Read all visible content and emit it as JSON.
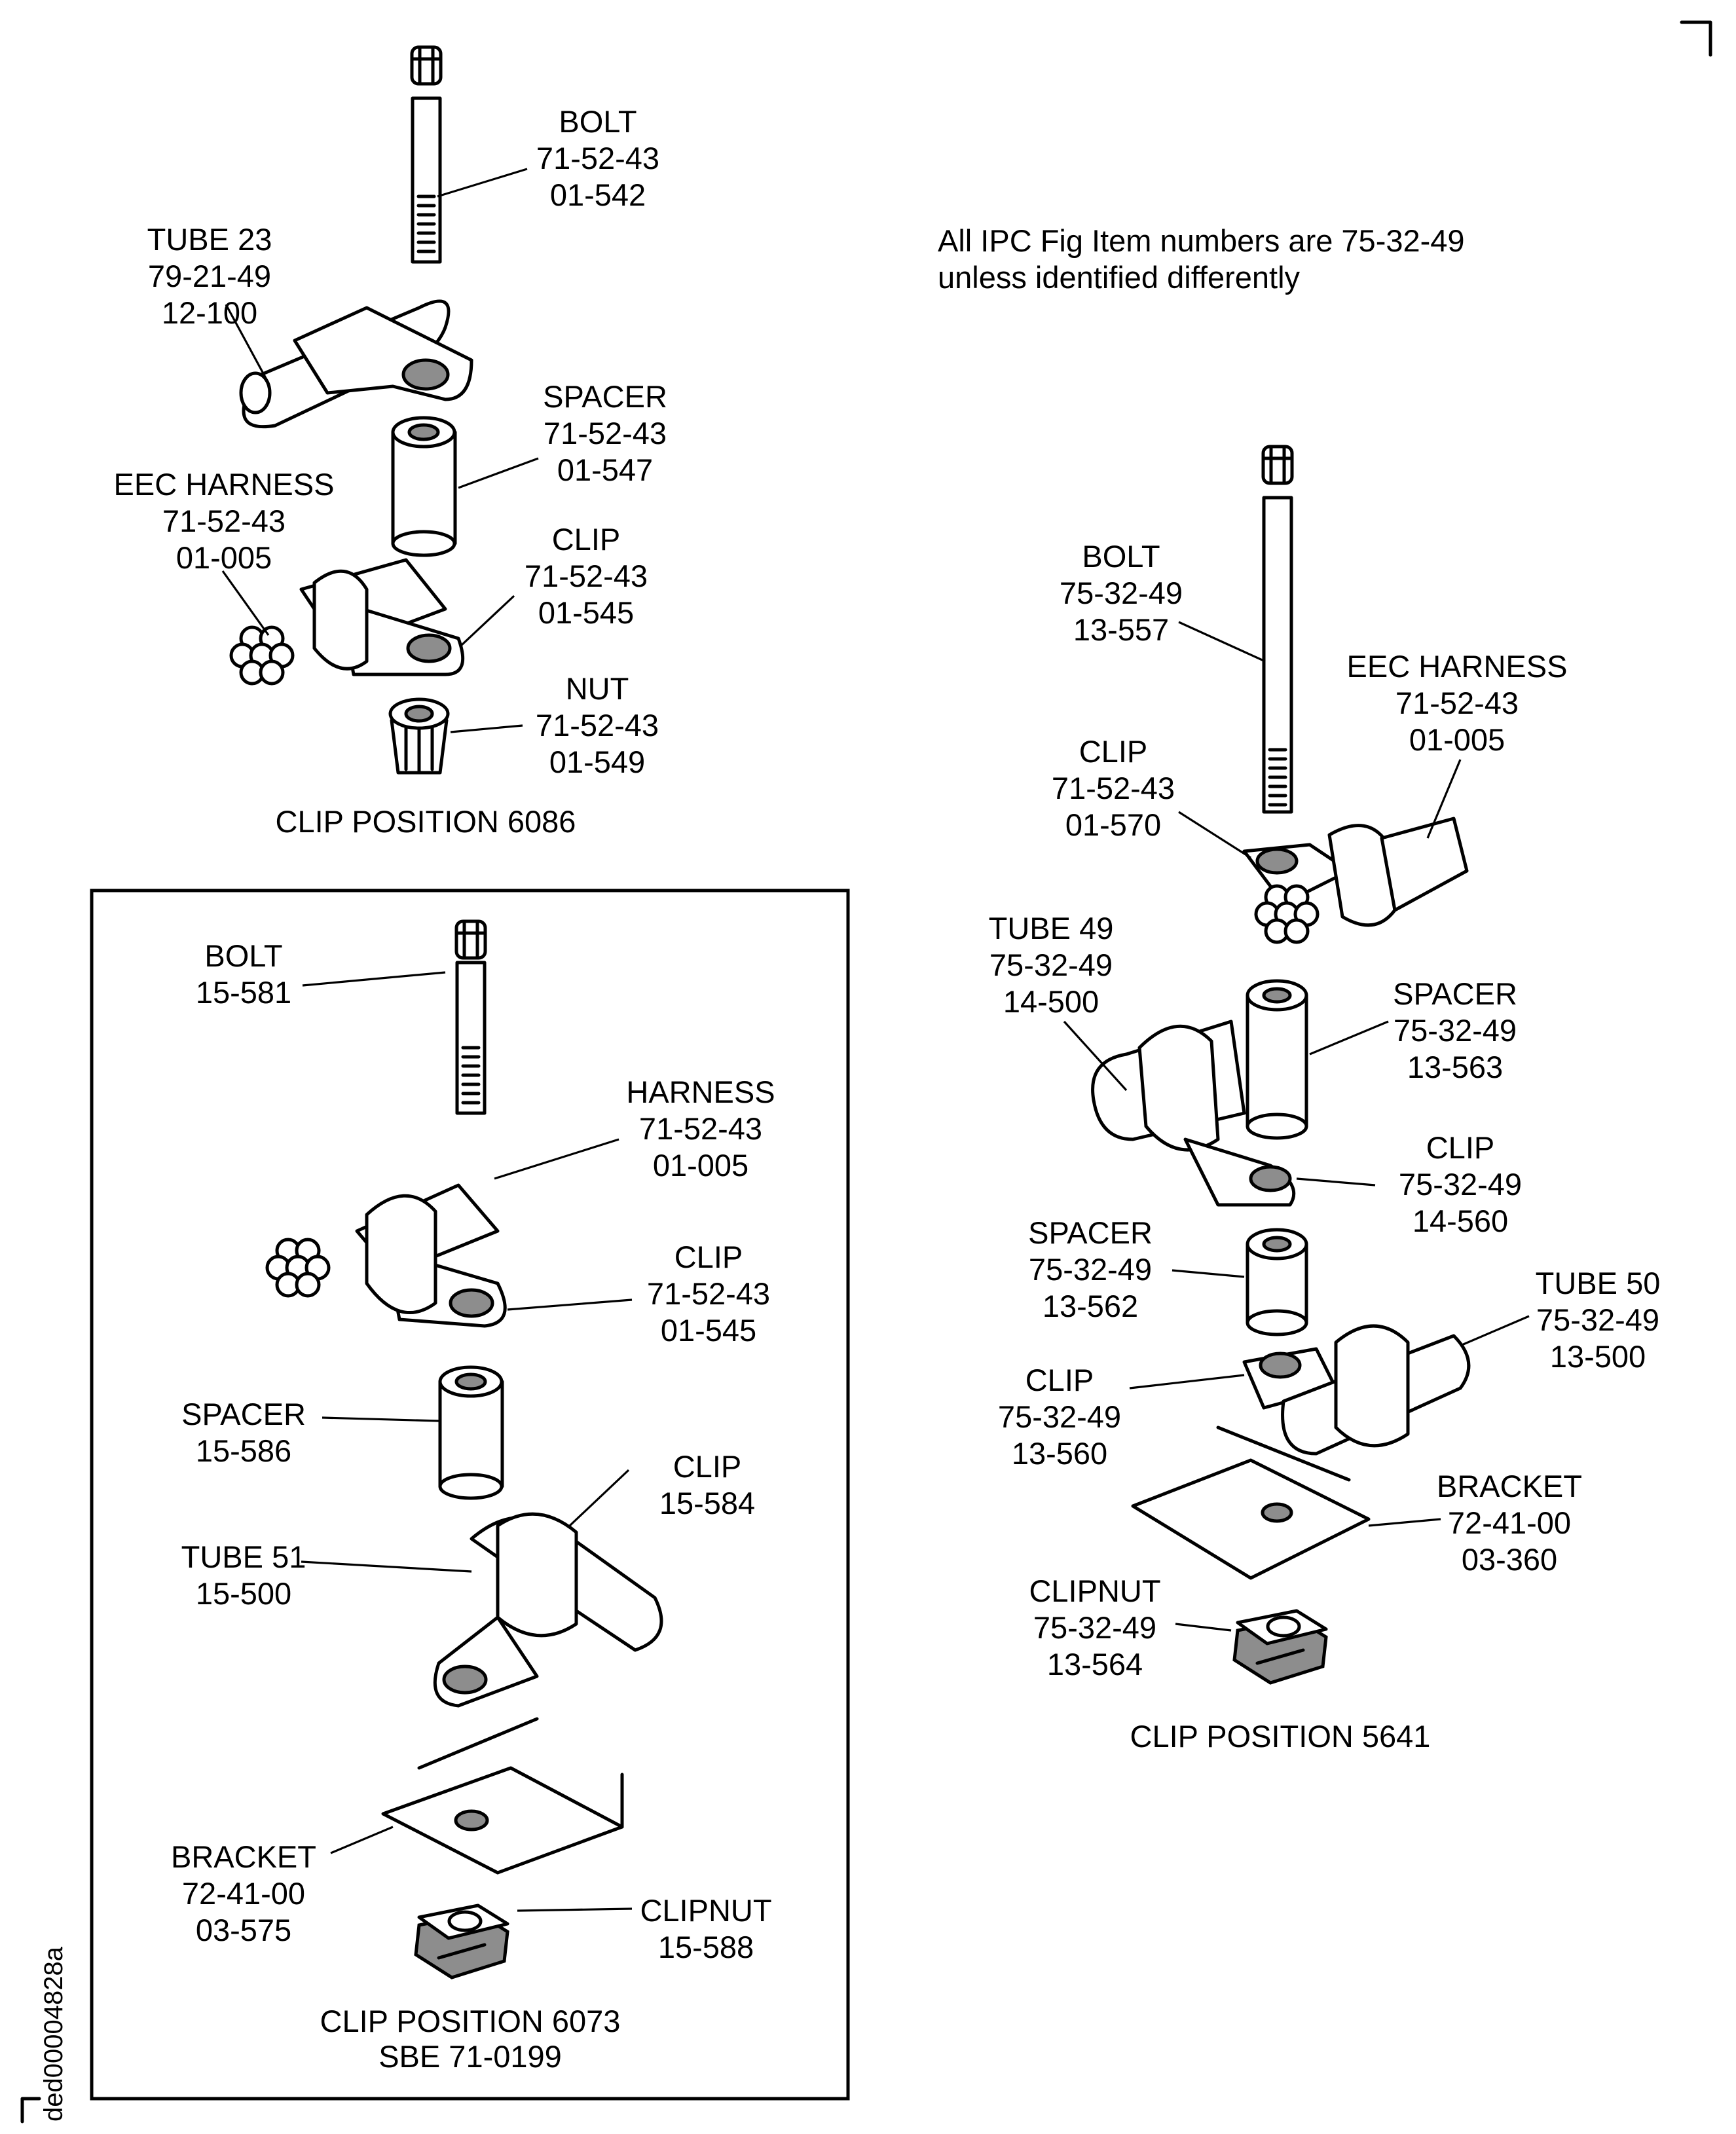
{
  "note": {
    "line1": "All IPC Fig Item numbers are 75-32-49",
    "line2": "unless identified differently"
  },
  "document_id": "ded00004828a",
  "views": {
    "clip_6086": {
      "caption": "CLIP POSITION 6086",
      "bolt": [
        "BOLT",
        "71-52-43",
        "01-542"
      ],
      "tube": [
        "TUBE 23",
        "79-21-49",
        "12-100"
      ],
      "spacer": [
        "SPACER",
        "71-52-43",
        "01-547"
      ],
      "harness": [
        "EEC HARNESS",
        "71-52-43",
        "01-005"
      ],
      "clip": [
        "CLIP",
        "71-52-43",
        "01-545"
      ],
      "nut": [
        "NUT",
        "71-52-43",
        "01-549"
      ]
    },
    "clip_6073": {
      "caption": [
        "CLIP POSITION 6073",
        "SBE 71-0199"
      ],
      "bolt": [
        "BOLT",
        "15-581"
      ],
      "harness": [
        "HARNESS",
        "71-52-43",
        "01-005"
      ],
      "clip1": [
        "CLIP",
        "71-52-43",
        "01-545"
      ],
      "spacer": [
        "SPACER",
        "15-586"
      ],
      "clip2": [
        "CLIP",
        "15-584"
      ],
      "tube": [
        "TUBE 51",
        "15-500"
      ],
      "bracket": [
        "BRACKET",
        "72-41-00",
        "03-575"
      ],
      "clipnut": [
        "CLIPNUT",
        "15-588"
      ]
    },
    "clip_5641": {
      "caption": "CLIP POSITION 5641",
      "bolt": [
        "BOLT",
        "75-32-49",
        "13-557"
      ],
      "harness": [
        "EEC HARNESS",
        "71-52-43",
        "01-005"
      ],
      "clip1": [
        "CLIP",
        "71-52-43",
        "01-570"
      ],
      "tube49": [
        "TUBE 49",
        "75-32-49",
        "14-500"
      ],
      "spacer1": [
        "SPACER",
        "75-32-49",
        "13-563"
      ],
      "clip2": [
        "CLIP",
        "75-32-49",
        "14-560"
      ],
      "spacer2": [
        "SPACER",
        "75-32-49",
        "13-562"
      ],
      "tube50": [
        "TUBE 50",
        "75-32-49",
        "13-500"
      ],
      "clip3": [
        "CLIP",
        "75-32-49",
        "13-560"
      ],
      "bracket": [
        "BRACKET",
        "72-41-00",
        "03-360"
      ],
      "clipnut": [
        "CLIPNUT",
        "75-32-49",
        "13-564"
      ]
    }
  }
}
